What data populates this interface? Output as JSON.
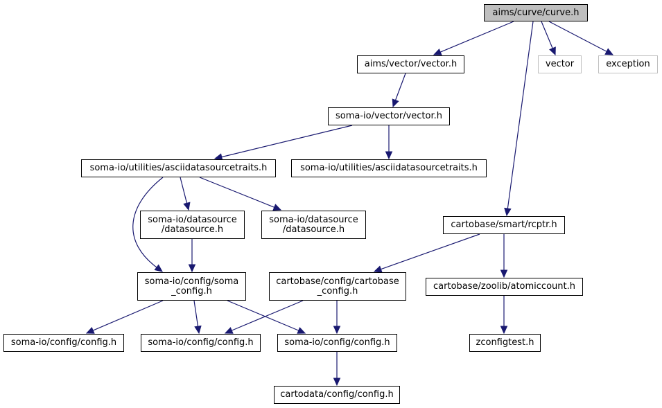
{
  "graph": {
    "edge_color": "#191970",
    "root_fill": "#bfbfbf",
    "external_border": "#bfbfbf",
    "nodes": {
      "curve_h": {
        "lines": [
          "aims/curve/curve.h"
        ],
        "kind": "root"
      },
      "aims_vector_h": {
        "lines": [
          "aims/vector/vector.h"
        ],
        "kind": "internal"
      },
      "vector": {
        "lines": [
          "vector"
        ],
        "kind": "external"
      },
      "exception": {
        "lines": [
          "exception"
        ],
        "kind": "external"
      },
      "somaio_vector_h": {
        "lines": [
          "soma-io/vector/vector.h"
        ],
        "kind": "internal"
      },
      "ascii_traits_1": {
        "lines": [
          "soma-io/utilities/asciidatasourcetraits.h"
        ],
        "kind": "internal"
      },
      "ascii_traits_2": {
        "lines": [
          "soma-io/utilities/asciidatasourcetraits.h"
        ],
        "kind": "internal"
      },
      "datasource_1": {
        "lines": [
          "soma-io/datasource",
          "/datasource.h"
        ],
        "kind": "internal"
      },
      "datasource_2": {
        "lines": [
          "soma-io/datasource",
          "/datasource.h"
        ],
        "kind": "internal"
      },
      "rcptr_h": {
        "lines": [
          "cartobase/smart/rcptr.h"
        ],
        "kind": "internal"
      },
      "soma_config_h": {
        "lines": [
          "soma-io/config/soma",
          "_config.h"
        ],
        "kind": "internal"
      },
      "cartobase_config_h": {
        "lines": [
          "cartobase/config/cartobase",
          "_config.h"
        ],
        "kind": "internal"
      },
      "atomiccount_h": {
        "lines": [
          "cartobase/zoolib/atomiccount.h"
        ],
        "kind": "internal"
      },
      "config_h_1": {
        "lines": [
          "soma-io/config/config.h"
        ],
        "kind": "internal"
      },
      "config_h_2": {
        "lines": [
          "soma-io/config/config.h"
        ],
        "kind": "internal"
      },
      "config_h_3": {
        "lines": [
          "soma-io/config/config.h"
        ],
        "kind": "internal"
      },
      "zconfigtest_h": {
        "lines": [
          "zconfigtest.h"
        ],
        "kind": "internal"
      },
      "cartodata_config_h": {
        "lines": [
          "cartodata/config/config.h"
        ],
        "kind": "internal"
      }
    },
    "edges": [
      {
        "from": "curve_h",
        "to": "aims_vector_h"
      },
      {
        "from": "curve_h",
        "to": "vector"
      },
      {
        "from": "curve_h",
        "to": "exception"
      },
      {
        "from": "curve_h",
        "to": "rcptr_h"
      },
      {
        "from": "aims_vector_h",
        "to": "somaio_vector_h"
      },
      {
        "from": "somaio_vector_h",
        "to": "ascii_traits_1"
      },
      {
        "from": "somaio_vector_h",
        "to": "ascii_traits_2"
      },
      {
        "from": "ascii_traits_1",
        "to": "datasource_1"
      },
      {
        "from": "ascii_traits_1",
        "to": "datasource_2"
      },
      {
        "from": "ascii_traits_1",
        "to": "soma_config_h"
      },
      {
        "from": "datasource_1",
        "to": "soma_config_h"
      },
      {
        "from": "soma_config_h",
        "to": "config_h_1"
      },
      {
        "from": "soma_config_h",
        "to": "config_h_2"
      },
      {
        "from": "soma_config_h",
        "to": "config_h_3"
      },
      {
        "from": "rcptr_h",
        "to": "cartobase_config_h"
      },
      {
        "from": "rcptr_h",
        "to": "atomiccount_h"
      },
      {
        "from": "cartobase_config_h",
        "to": "config_h_2"
      },
      {
        "from": "cartobase_config_h",
        "to": "config_h_3"
      },
      {
        "from": "atomiccount_h",
        "to": "zconfigtest_h"
      },
      {
        "from": "config_h_3",
        "to": "cartodata_config_h"
      }
    ]
  }
}
